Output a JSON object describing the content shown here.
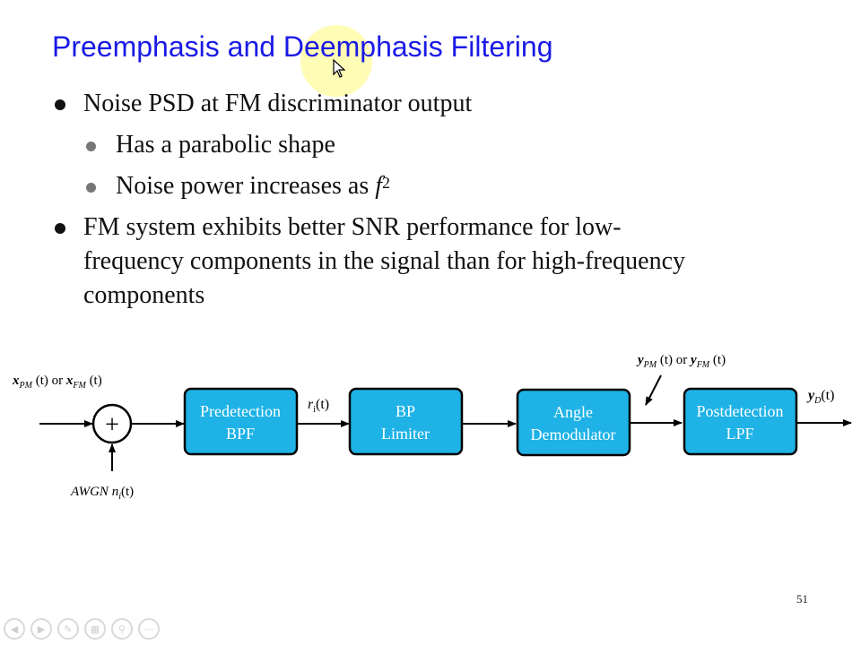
{
  "slide": {
    "title": "Preemphasis and Deemphasis Filtering",
    "page_number": "51"
  },
  "bullets": {
    "b1": "Noise PSD at FM discriminator output",
    "b1a": "Has a parabolic shape",
    "b1b_text": "Noise power increases as ",
    "b1b_var": "f",
    "b1b_exp": "2",
    "b2_line1": "FM system exhibits better SNR performance for low-",
    "b2_line2": "frequency components in the signal than for high-frequency",
    "b2_line3": "components"
  },
  "diagram": {
    "blocks": {
      "predetection": [
        "Predetection",
        "BPF"
      ],
      "limiter": [
        "BP",
        "Limiter"
      ],
      "demodulator": [
        "Angle",
        "Demodulator"
      ],
      "postdetection": [
        "Postdetection",
        "LPF"
      ]
    },
    "adder_symbol": "+",
    "input_label": {
      "x1": "x",
      "sub1": "PM",
      "mid": " (t) or ",
      "x2": "x",
      "sub2": "FM",
      "end": " (t)"
    },
    "noise_label": {
      "text": "AWGN ",
      "var": "n",
      "sub": "i",
      "end": "(t)"
    },
    "ri_label": {
      "var": "r",
      "sub": "i",
      "end": "(t)"
    },
    "y_label": {
      "y1": "y",
      "sub1": "PM",
      "mid": " (t) or ",
      "y2": "y",
      "sub2": "FM",
      "end": " (t)"
    },
    "yd_label": {
      "var": "y",
      "sub": "D",
      "end": "(t)"
    }
  },
  "colors": {
    "title": "#1a1ae6",
    "block_fill": "#1eb2e6",
    "halo": "#fffca8"
  },
  "toolbar_icons": [
    "prev-icon",
    "next-icon",
    "pen-icon",
    "menu-icon",
    "zoom-icon",
    "more-icon"
  ]
}
